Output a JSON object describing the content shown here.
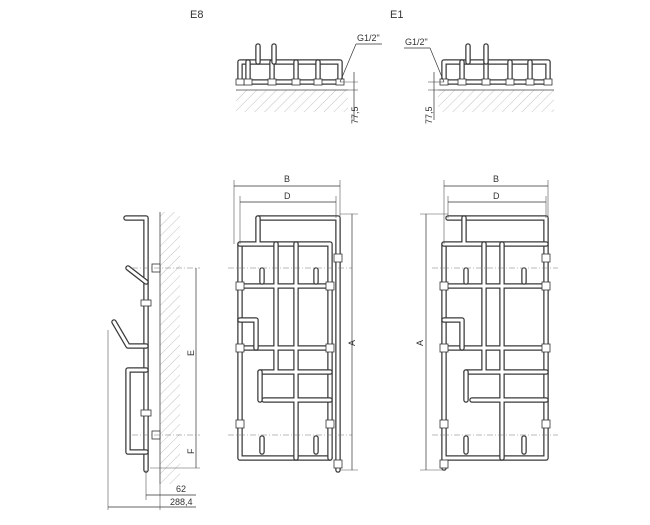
{
  "views": {
    "e8": {
      "title": "E8",
      "thread_label": "G1/2\"",
      "height_label": "77,5"
    },
    "e1": {
      "title": "E1",
      "thread_label": "G1/2\"",
      "height_label": "77,5"
    }
  },
  "side_view": {
    "dim_e": "E",
    "dim_f": "F",
    "dim_62": "62",
    "dim_288": "288,4"
  },
  "front_left": {
    "dim_b": "B",
    "dim_d": "D",
    "dim_a": "A"
  },
  "front_right": {
    "dim_b": "B",
    "dim_d": "D",
    "dim_a": "A"
  }
}
